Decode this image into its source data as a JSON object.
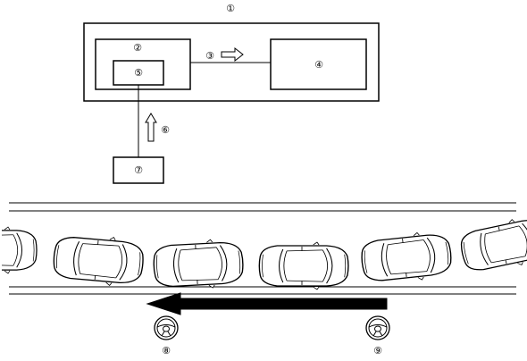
{
  "labels": {
    "outer_box": "①",
    "box_left": "②",
    "signal_arrow": "③",
    "box_right": "④",
    "inner_box": "⑤",
    "input_arrow": "⑥",
    "bottom_box": "⑦",
    "wheel_left": "⑧",
    "wheel_right": "⑨"
  },
  "icons": {
    "car": "car-topview-icon",
    "steering_wheel": "steering-wheel-icon",
    "direction_arrow": "arrow-left-icon"
  }
}
